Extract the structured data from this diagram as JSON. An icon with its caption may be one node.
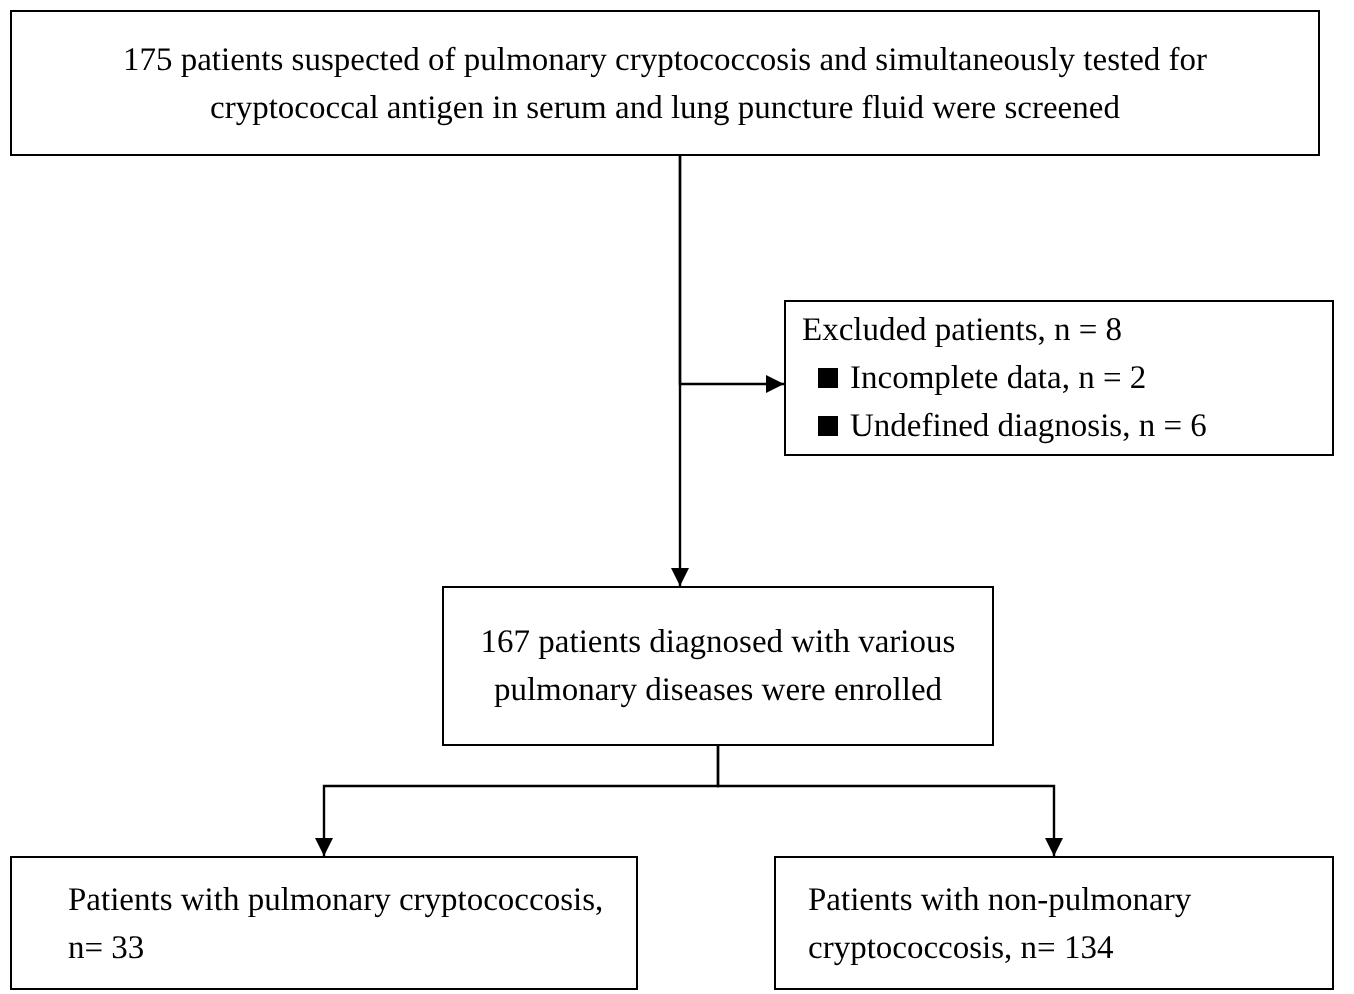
{
  "diagram": {
    "nodes": [
      {
        "text": [
          "175 patients suspected of pulmonary cryptococcosis and simultaneously tested for cryptococcal antigen in serum and lung puncture fluid were screened"
        ]
      },
      {
        "text": [
          "Excluded patients, n = 8",
          "Incomplete data, n = 2",
          "Undefined diagnosis, n = 6"
        ]
      },
      {
        "text": [
          "167 patients diagnosed with various pulmonary diseases were enrolled"
        ]
      },
      {
        "text": [
          "Patients with pulmonary cryptococcosis, n= 33"
        ]
      },
      {
        "text": [
          "Patients with non-pulmonary cryptococcosis, n= 134"
        ]
      }
    ],
    "edges": [
      {
        "from": 0,
        "to": 1,
        "arrow": "to"
      },
      {
        "from": 0,
        "to": 2,
        "arrow": "to"
      },
      {
        "from": 2,
        "to": 3,
        "arrow": "to"
      },
      {
        "from": 2,
        "to": 4,
        "arrow": "to"
      }
    ]
  }
}
